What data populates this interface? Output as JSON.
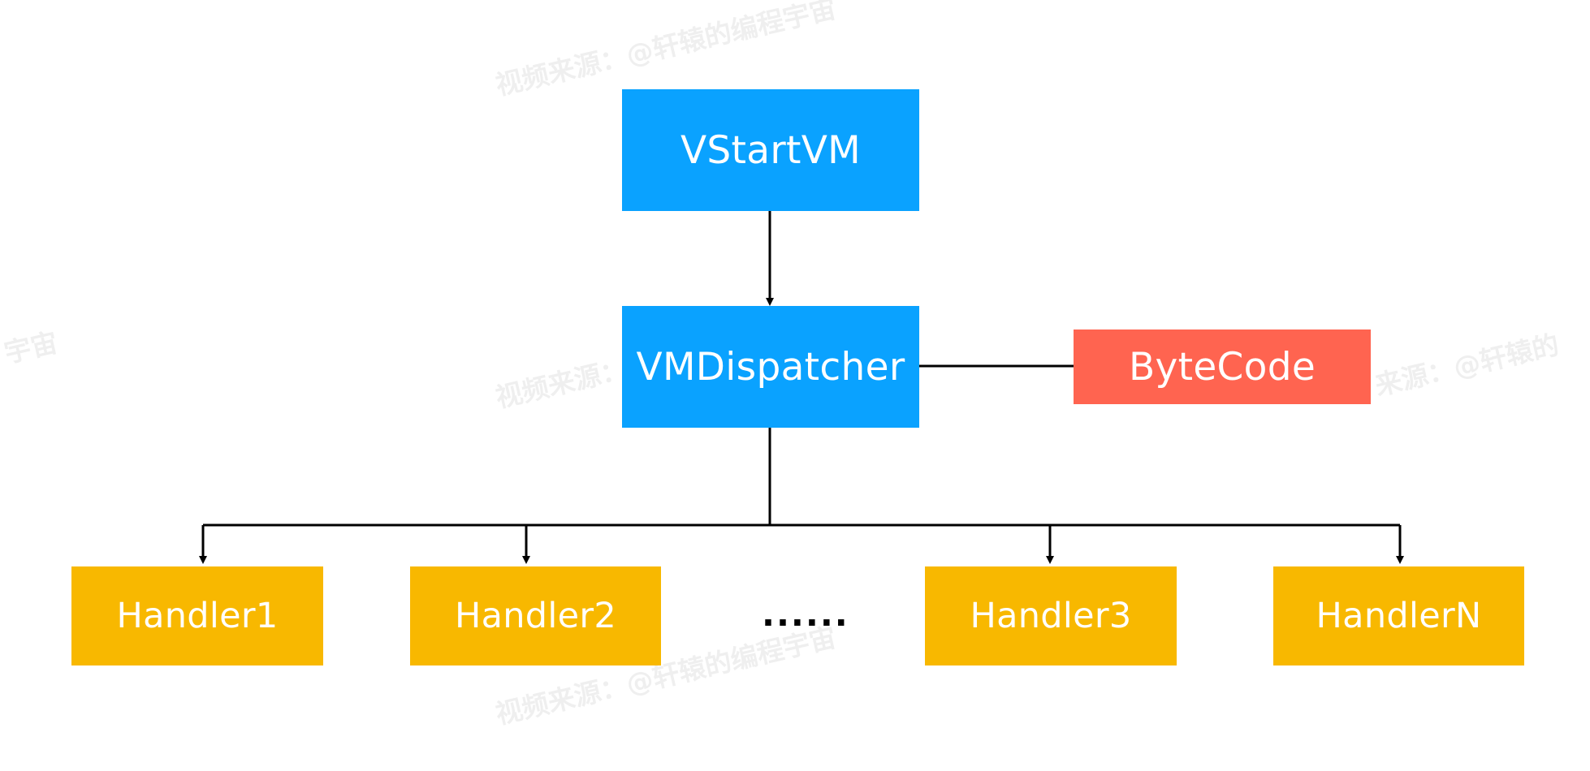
{
  "nodes": {
    "vstartvm": "VStartVM",
    "vmdispatcher": "VMDispatcher",
    "bytecode": "ByteCode",
    "handler1": "Handler1",
    "handler2": "Handler2",
    "ellipsis": "......",
    "handler3": "Handler3",
    "handlerN": "HandlerN"
  },
  "watermark": {
    "text_full": "视频来源：@轩辕的编程宇宙",
    "text_left_edge": "宇宙",
    "text_right_edge": "来源：@轩辕的"
  },
  "colors": {
    "blue": "#0AA2FF",
    "red": "#FF6450",
    "yellow": "#F8B800",
    "line": "#000000",
    "text": "#FFFFFF"
  }
}
